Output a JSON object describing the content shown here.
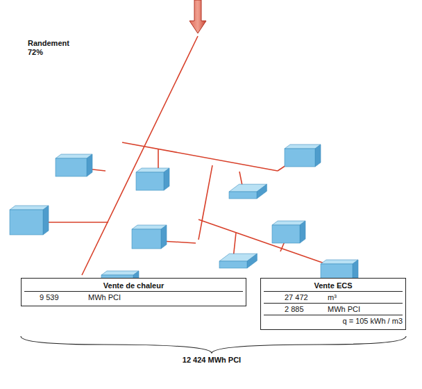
{
  "diagram": {
    "nodes": [
      {
        "text": [
          "Vente de chaleur",
          "9 539",
          "MWh PCI"
        ]
      },
      {
        "text": [
          "Vente ECS",
          "27 472",
          "m³",
          "2 885",
          "MWh PCI",
          "q = 105 kWh / m3"
        ]
      }
    ],
    "labels": [
      "Randement 72%",
      "12 424 MWh PCI"
    ]
  }
}
